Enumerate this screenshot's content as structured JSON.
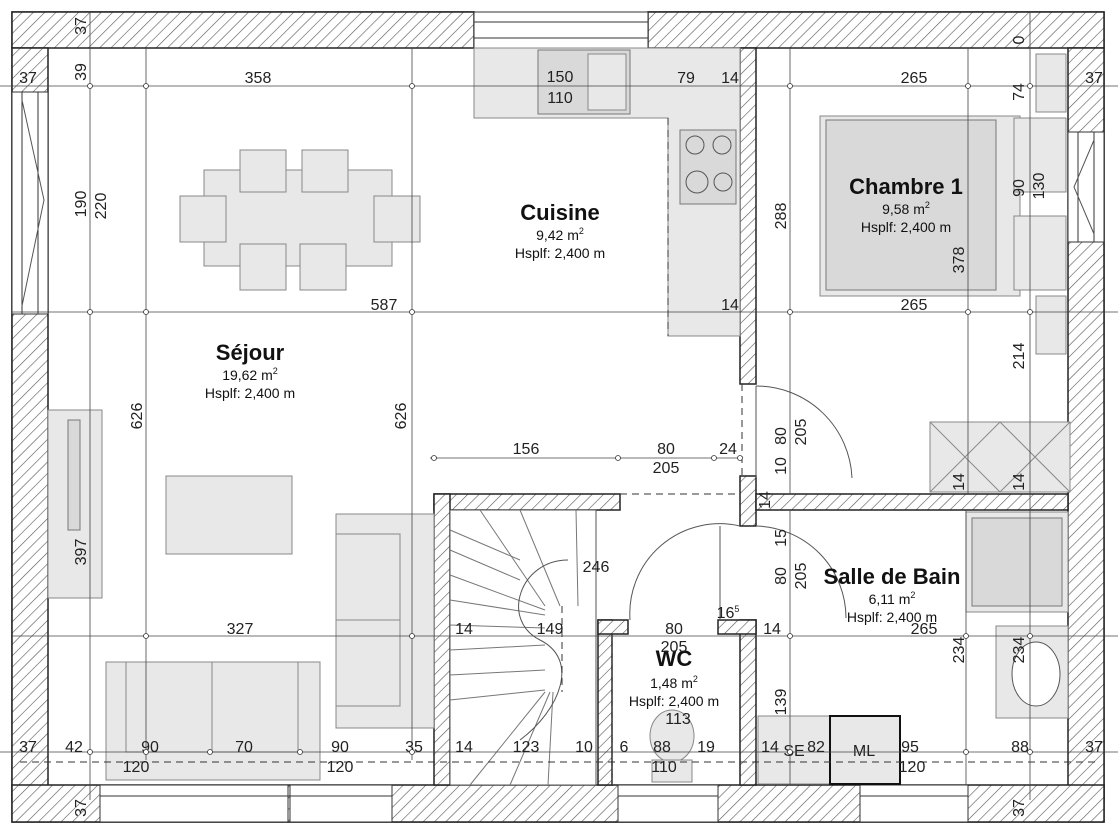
{
  "rooms": {
    "sejour": {
      "name": "Séjour",
      "area": "19,62",
      "unit": "m",
      "unit_sup": "2",
      "height": "Hsplf: 2,400 m"
    },
    "cuisine": {
      "name": "Cuisine",
      "area": "9,42",
      "unit": "m",
      "unit_sup": "2",
      "height": "Hsplf: 2,400 m"
    },
    "chambre": {
      "name": "Chambre 1",
      "area": "9,58",
      "unit": "m",
      "unit_sup": "2",
      "height": "Hsplf: 2,400 m"
    },
    "salle_de_bain": {
      "name": "Salle de Bain",
      "area": "6,11",
      "unit": "m",
      "unit_sup": "2",
      "height": "Hsplf: 2,400 m"
    },
    "wc": {
      "name": "WC",
      "area": "1,48",
      "unit": "m",
      "unit_sup": "2",
      "height": "Hsplf: 2,400 m"
    }
  },
  "fixtures": {
    "se": "SE",
    "ml": "ML",
    "sink_w": "150",
    "sink_d": "110"
  },
  "dims": {
    "top_wall_l": "37",
    "top_sejour": "358",
    "top_a": "39",
    "top_cuisine": "79",
    "top_wall_m": "14",
    "top_chambre": "265",
    "top_wall_r": "37",
    "top_right_a": "74",
    "top_right_b": "0",
    "sejour_win": "190",
    "sejour_win2": "220",
    "mid_587": "587",
    "mid_14": "14",
    "mid_265": "265",
    "cuis_288": "288",
    "ch_378": "378",
    "ch_90": "90",
    "ch_130": "130",
    "ch_214": "214",
    "sej_626a": "626",
    "sej_626b": "626",
    "sej_397": "397",
    "hall_156": "156",
    "hall_80": "80",
    "hall_24": "24",
    "hall_205": "205",
    "door_80a": "80",
    "door_205a": "205",
    "door_10": "10",
    "door_14": "14",
    "door_15": "15",
    "door_80b": "80",
    "door_205b": "205",
    "stair_246": "246",
    "sdb_14a": "14",
    "sdb_14b": "14",
    "row_327": "327",
    "row_14a": "14",
    "row_149": "149",
    "row_80": "80",
    "row_205": "205",
    "row_16": "16",
    "row_16_sup": "5",
    "row_14b": "14",
    "row_265": "265",
    "wc_113": "113",
    "sdb_234a": "234",
    "sdb_234b": "234",
    "sdb_139": "139",
    "bot": [
      "37",
      "42",
      "90",
      "70",
      "90",
      "35",
      "14",
      "123",
      "10",
      "6",
      "88",
      "19",
      "14",
      "82",
      "95",
      "88",
      "37"
    ],
    "bot2": [
      "120",
      "120",
      "110",
      "120"
    ],
    "corner_37": [
      "37",
      "37",
      "37"
    ]
  }
}
